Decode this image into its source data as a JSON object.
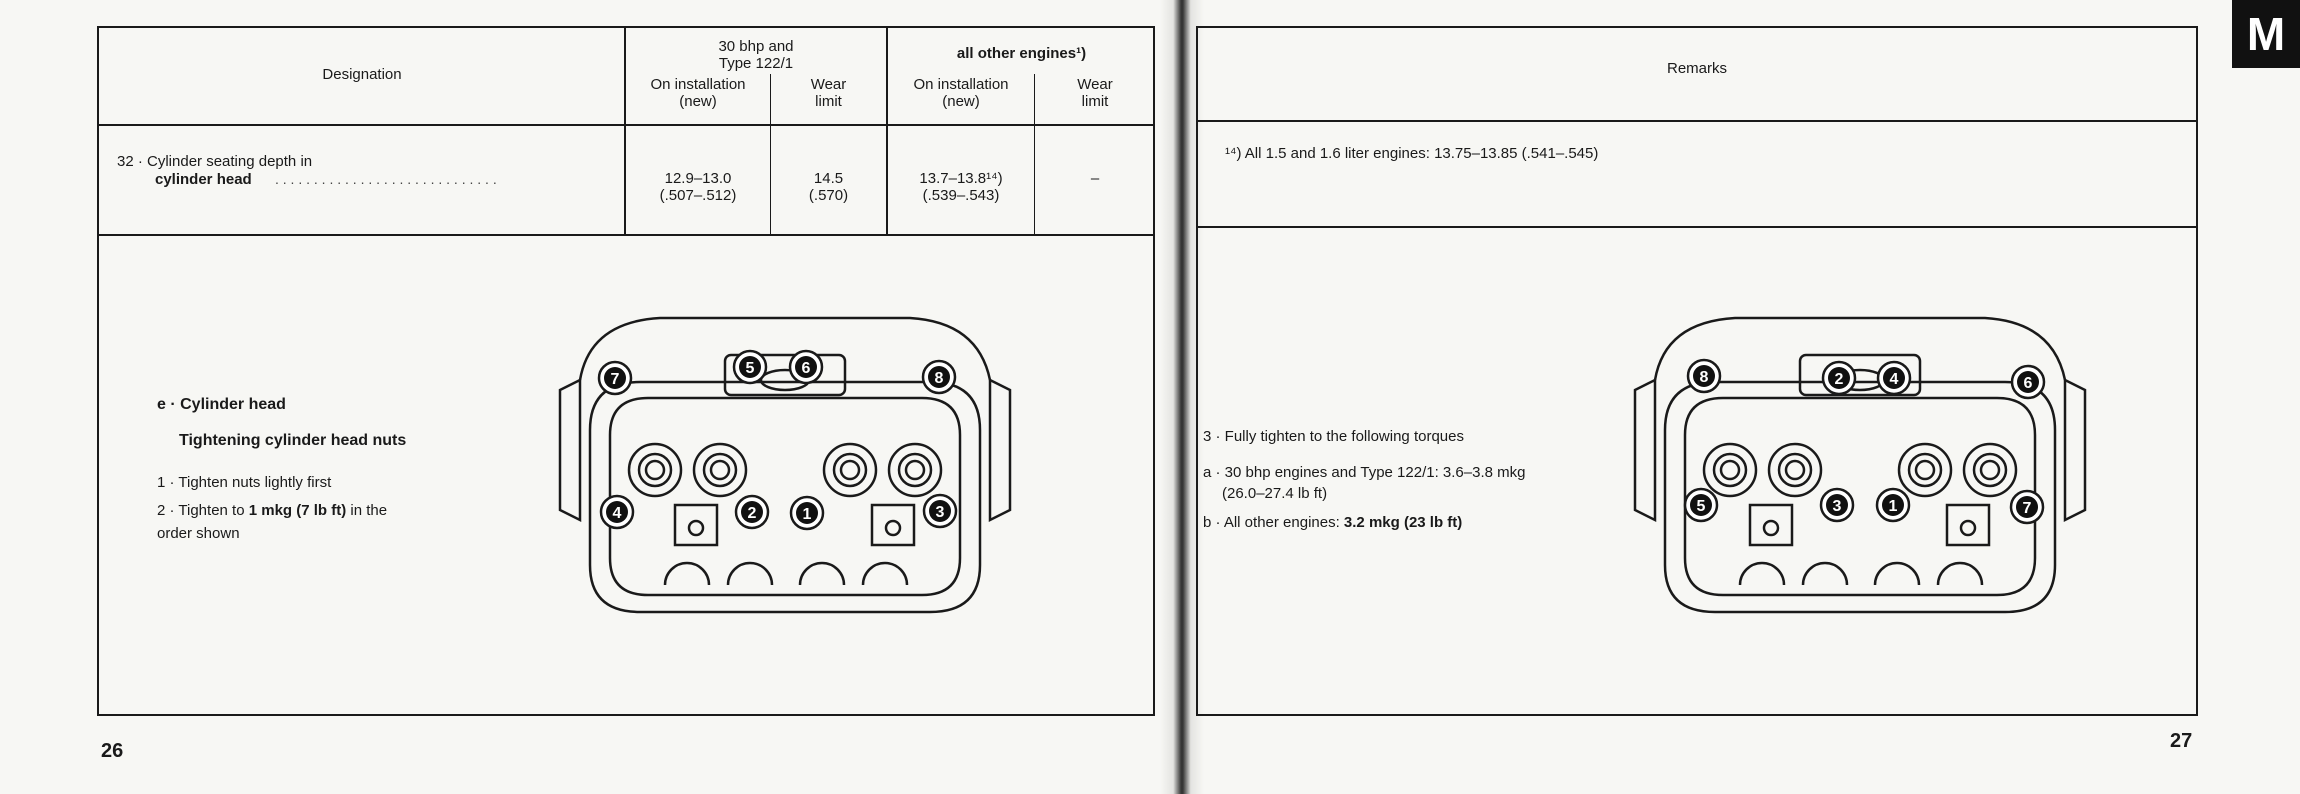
{
  "left_page": {
    "table": {
      "col_designation": "Designation",
      "group1_header_line1": "30 bhp and",
      "group1_header_line2": "Type 122/1",
      "group2_header": "all other engines¹)",
      "sub_on_installation_line1": "On installation",
      "sub_on_installation_line2": "(new)",
      "sub_wear_line1": "Wear",
      "sub_wear_line2": "limit",
      "row": {
        "label_line1": "32 · Cylinder seating depth in",
        "label_line2": "cylinder head",
        "dots": ". . . . . . . . . . . . . . . . . . . . . . . . . . . . .",
        "g1_install_line1": "12.9–13.0",
        "g1_install_line2": "(.507–.512)",
        "g1_wear_line1": "14.5",
        "g1_wear_line2": "(.570)",
        "g2_install_line1": "13.7–13.8¹⁴)",
        "g2_install_line2": "(.539–.543)",
        "g2_wear": "–"
      }
    },
    "section_title": "e · Cylinder head",
    "section_subtitle": "Tightening cylinder head nuts",
    "step1": "1 · Tighten nuts lightly first",
    "step2_prefix": "2 · Tighten to ",
    "step2_bold": "1 mkg (7 lb ft)",
    "step2_suffix": " in the",
    "step2_line2": "order shown",
    "diagram_numbers": [
      "7",
      "5",
      "6",
      "8",
      "4",
      "2",
      "1",
      "3"
    ],
    "page_number": "26"
  },
  "right_page": {
    "remarks_header": "Remarks",
    "remark_note": "¹⁴) All 1.5 and 1.6 liter engines: 13.75–13.85 (.541–.545)",
    "step3": "3 · Fully tighten to the following torques",
    "step3a_line1": "a · 30 bhp engines and Type 122/1: 3.6–3.8 mkg",
    "step3a_line2": "(26.0–27.4 lb ft)",
    "step3b_prefix": "b · All other engines: ",
    "step3b_bold": "3.2 mkg (23 lb ft)",
    "diagram_numbers": [
      "8",
      "2",
      "4",
      "6",
      "5",
      "3",
      "1",
      "7"
    ],
    "page_number": "27",
    "tab_letter": "M"
  }
}
